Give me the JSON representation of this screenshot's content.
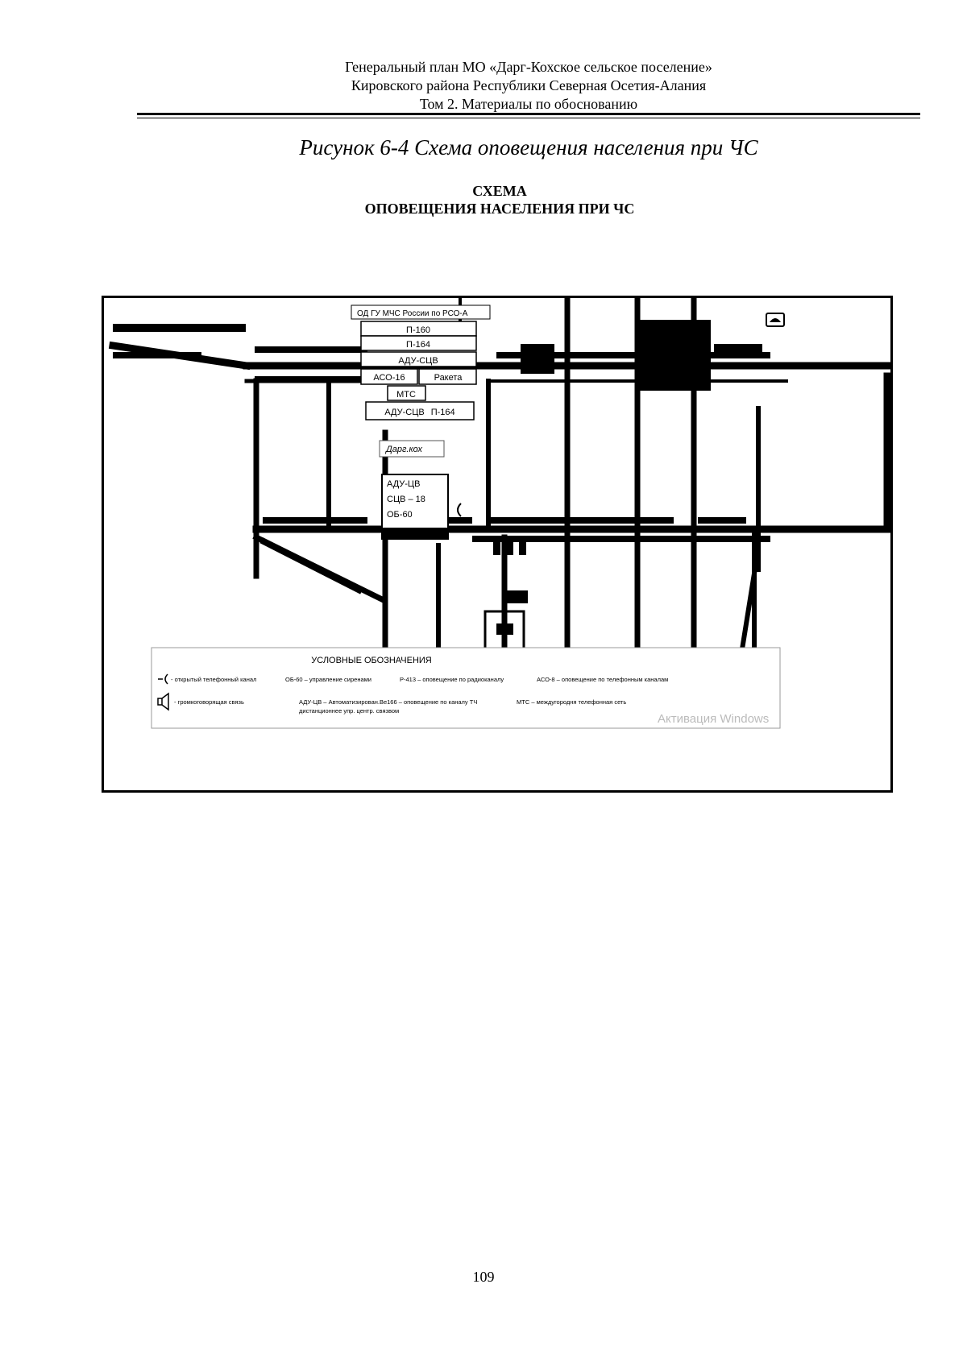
{
  "header": {
    "line1": "Генеральный план МО «Дарг-Кохское сельское поселение»",
    "line2": "Кировского района Республики Северная Осетия-Алания",
    "line3": "Том 2. Материалы по обоснованию"
  },
  "figure_caption": "Рисунок 6-4 Схема оповещения населения при ЧС",
  "scheme_title": {
    "line1": "СХЕМА",
    "line2": "ОПОВЕЩЕНИЯ НАСЕЛЕНИЯ ПРИ ЧС"
  },
  "map": {
    "labels": {
      "od_gu": "ОД ГУ МЧС России по РСО-А",
      "p160": "П-160",
      "p164": "П-164",
      "adu_scv": "АДУ-СЦВ",
      "aso16": "АСО-16",
      "raketa": "Ракета",
      "mts": "МТС",
      "adu_scv2": "АДУ-СЦВ",
      "p164_2": "П-164",
      "village": "Дарг.кох",
      "adu_cv": "АДУ-ЦВ",
      "scv18": "СЦВ – 18",
      "ob60": "ОБ-60"
    },
    "legend": {
      "title": "УСЛОВНЫЕ ОБОЗНАЧЕНИЯ",
      "phone_channel": "- открытый телефонный канал",
      "ob60": "ОБ-60 – управление сиренами",
      "p413": "Р-413 – оповещение по радиоканалу",
      "aso8": "АСО-8 – оповещение по телефонным каналам",
      "loudspeaker": "- громкоговорящая связь",
      "adu_cv_line1": "АДУ-ЦВ – Автоматизирован.Ве166 – оповещение по каналу ТЧ",
      "adu_cv_line2": "дистанционнее упр. центр. связвом",
      "mts": "МТС – междугородня телефонная сеть"
    },
    "watermark": "Активация Windows"
  },
  "page_number": "109"
}
